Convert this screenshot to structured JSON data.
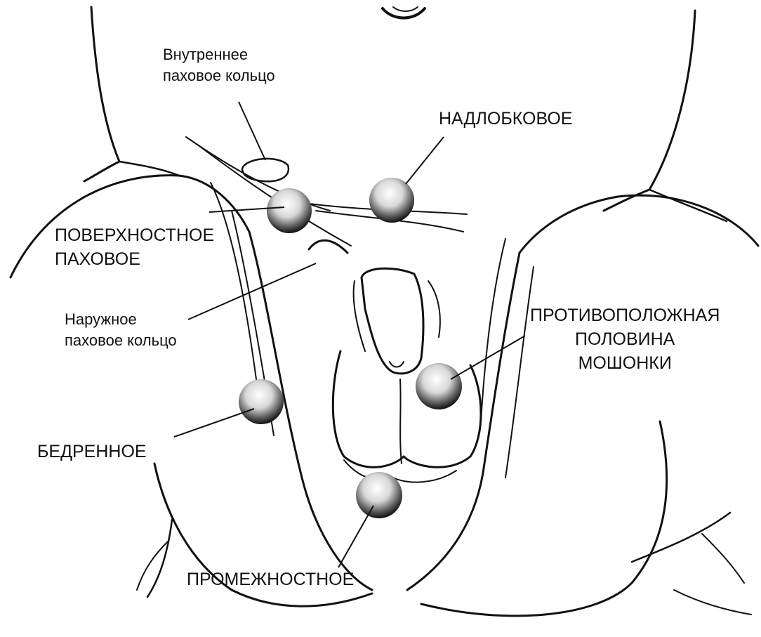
{
  "labels": {
    "internal_ring": [
      "Внутреннее",
      "паховое кольцо"
    ],
    "suprapubic": "НАДЛОБКОВОЕ",
    "superficial_inguinal": [
      "ПОВЕРХНОСТНОЕ",
      "ПАХОВОЕ"
    ],
    "external_ring": [
      "Наружное",
      "паховое кольцо"
    ],
    "contralateral": [
      "ПРОТИВОПОЛОЖНАЯ",
      "ПОЛОВИНА",
      "МОШОНКИ"
    ],
    "femoral": "БЕДРЕННОЕ",
    "perineal": "ПРОМЕЖНОСТНОЕ"
  },
  "style": {
    "ink": "#111111",
    "background": "#ffffff"
  }
}
